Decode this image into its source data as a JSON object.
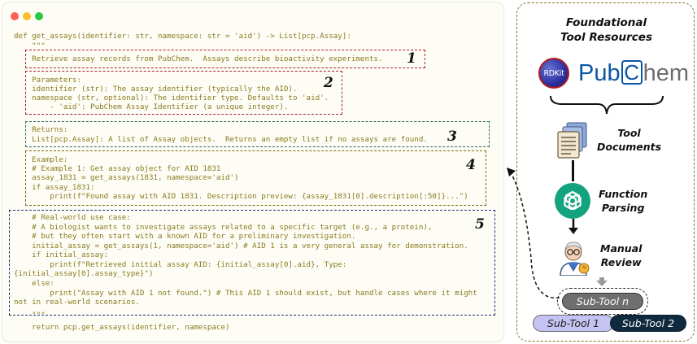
{
  "code": {
    "lines": [
      "def get_assays(identifier: str, namespace: str = 'aid') -> List[pcp.Assay]:",
      "    \"\"\"",
      "    Retrieve assay records from PubChem.  Assays describe bioactivity experiments.",
      "",
      "    Parameters:",
      "    identifier (str): The assay identifier (typically the AID).",
      "    namespace (str, optional): The identifier type. Defaults to 'aid'.",
      "        - 'aid': PubChem Assay Identifier (a unique integer).",
      "",
      "    Returns:",
      "    List[pcp.Assay]: A list of Assay objects.  Returns an empty list if no assays are found.",
      "",
      "    Example:",
      "    # Example 1: Get assay object for AID 1831",
      "    assay_1831 = get_assays(1831, namespace='aid')",
      "    if assay_1831:",
      "        print(f\"Found assay with AID 1831. Description preview: {assay_1831[0].description[:50]}...\")",
      "",
      "    # Real-world use case:",
      "    # A biologist wants to investigate assays related to a specific target (e.g., a protein),",
      "    # but they often start with a known AID for a preliminary investigation.",
      "    initial_assay = get_assays(1, namespace='aid') # AID 1 is a very general assay for demonstration.",
      "    if initial_assay:",
      "        print(f\"Retrieved initial assay AID: {initial_assay[0].aid}, Type:",
      "{initial_assay[0].assay_type}\")",
      "    else:",
      "        print(\"Assay with AID 1 not found.\") # This AID 1 should exist, but handle cases where it might",
      "not in real-world scenarios.",
      "    \"\"\"",
      "    return pcp.get_assays(identifier, namespace)"
    ],
    "section_numbers": [
      "1",
      "2",
      "3",
      "4",
      "5"
    ]
  },
  "panel": {
    "heading_line1": "Foundational",
    "heading_line2": "Tool Resources",
    "rdkit_logo_text": "RDKit",
    "pubchem_logo": {
      "pub": "Pub",
      "c": "C",
      "hem": "hem"
    },
    "steps": [
      {
        "line1": "Tool",
        "line2": "Documents",
        "icon": "documents-icon"
      },
      {
        "line1": "Function",
        "line2": "Parsing",
        "icon": "openai-icon"
      },
      {
        "line1": "Manual",
        "line2": "Review",
        "icon": "scientist-icon"
      }
    ],
    "sub_tools": {
      "n": "Sub-Tool n",
      "one": "Sub-Tool 1",
      "two": "Sub-Tool 2"
    }
  },
  "colors": {
    "box_red": "#a8212f",
    "box_teal": "#2f6b61",
    "box_olive": "#7d6a14",
    "box_navy": "#1c2f73",
    "panel_border": "#8b6d2a"
  }
}
